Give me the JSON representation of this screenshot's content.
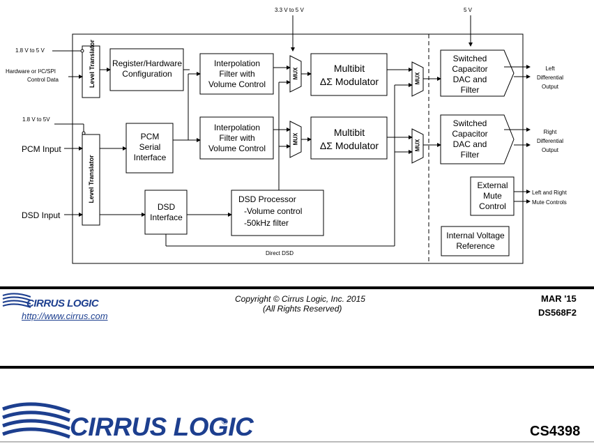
{
  "diagram": {
    "supply_top_left": "3.3 V to 5 V",
    "supply_top_right": "5 V",
    "input_supply_1": "1.8 V to 5 V",
    "input_control": "Hardware or I²C/SPI",
    "input_control_2": "Control Data",
    "input_supply_2": "1.8 V to 5V",
    "pcm_input": "PCM Input",
    "dsd_input": "DSD Input",
    "level_translator_top": "Level Translator",
    "level_translator_main": "Level Translator",
    "register_config": [
      "Register/Hardware",
      "Configuration"
    ],
    "pcm_serial": [
      "PCM",
      "Serial",
      "Interface"
    ],
    "interp_filter": [
      "Interpolation",
      "Filter with",
      "Volume Control"
    ],
    "mux_label": "MUX",
    "multibit_mod": [
      "Multibit",
      "ΔΣ Modulator"
    ],
    "dsd_interface": [
      "DSD",
      "Interface"
    ],
    "dsd_processor": [
      "DSD Processor",
      "-Volume control",
      "-50kHz filter"
    ],
    "direct_dsd": "Direct DSD",
    "dac_filter": [
      "Switched",
      "Capacitor",
      "DAC and",
      "Filter"
    ],
    "left_output": [
      "Left",
      "Differential",
      "Output"
    ],
    "right_output": [
      "Right",
      "Differential",
      "Output"
    ],
    "external_mute": [
      "External",
      "Mute",
      "Control"
    ],
    "mute_controls": [
      "Left and Right",
      "Mute Controls"
    ],
    "voltage_ref": [
      "Internal Voltage",
      "Reference"
    ]
  },
  "footer": {
    "logo_text": "CIRRUS LOGIC",
    "url": "http://www.cirrus.com",
    "copyright": "Copyright © Cirrus Logic, Inc. 2015",
    "rights": "(All Rights Reserved)",
    "date": "MAR '15",
    "doc_id": "DS568F2"
  },
  "bottom": {
    "logo_text": "CIRRUS LOGIC",
    "registered": "®",
    "part_number": "CS4398"
  },
  "colors": {
    "logo_blue": "#1d3f8f"
  }
}
